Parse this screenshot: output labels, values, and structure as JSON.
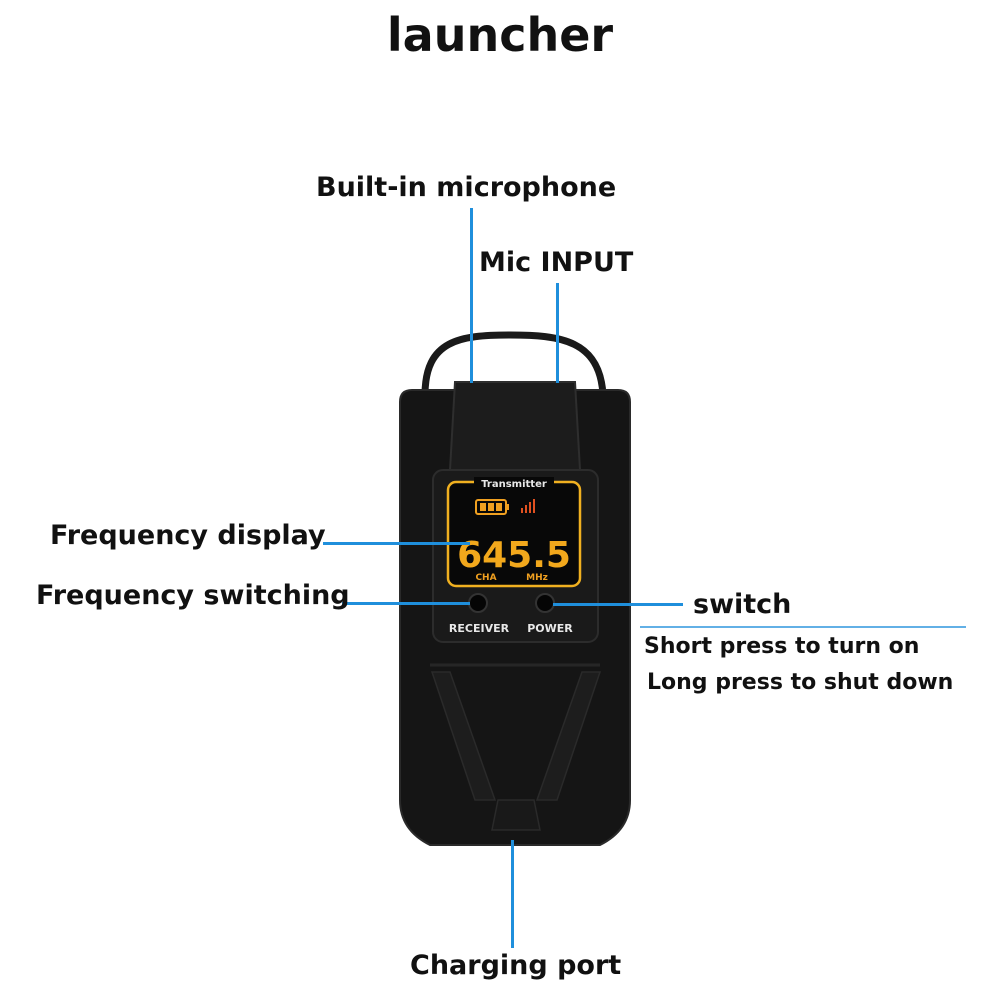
{
  "title": "launcher",
  "callouts": {
    "builtin_mic": "Built-in microphone",
    "mic_input": "Mic INPUT",
    "frequency_display": "Frequency display",
    "frequency_switching": "Frequency switching",
    "switch": "switch",
    "short_press": "Short press to turn on",
    "long_press": "Long press to shut down",
    "charging_port": "Charging port"
  },
  "device": {
    "screen_title": "Transmitter",
    "frequency_readout": "645.5",
    "channel_label": "CHA",
    "unit_label": "MHz",
    "receiver_button_label": "RECEIVER",
    "power_button_label": "POWER"
  },
  "colors": {
    "leader_line": "#1f8fdc",
    "device_body": "#141414",
    "display_accent": "#f0a020"
  }
}
